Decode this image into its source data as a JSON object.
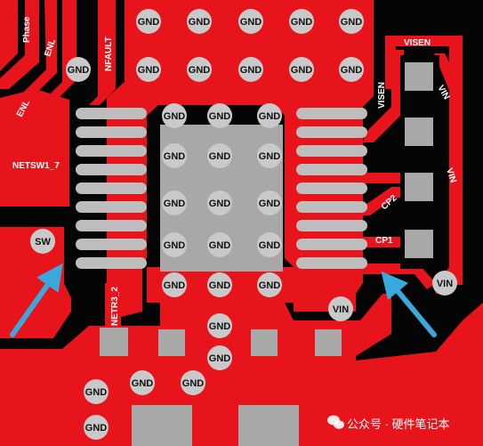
{
  "colors": {
    "copper": "#e8141c",
    "copper_dark": "#c40f16",
    "background": "#050505",
    "pad": "#bdbdbd",
    "thermal_pad": "#a8a8a8",
    "via": "#c9c9c9",
    "arrow": "#3ba8dc",
    "label_text": "#ffffff",
    "via_text": "#111111"
  },
  "labels": {
    "gnd": "GND",
    "phase": "Phase",
    "enl_top": "ENL",
    "enl_left": "ENL",
    "nfault": "NFAULT",
    "netsw1_7": "NETSW1_7",
    "sw": "SW",
    "netr3_2": "NETR3_2",
    "visen_top": "VISEN",
    "visen_side": "VISEN",
    "vin_side_top": "VIN",
    "vin_side_mid": "VIN",
    "cp2": "CP2",
    "cp1": "CP1",
    "vin_right": "VIN",
    "vin_bottom": "VIN"
  },
  "watermark": {
    "text": "公众号 · 硬件笔记本",
    "icon": "wechat-icon"
  }
}
